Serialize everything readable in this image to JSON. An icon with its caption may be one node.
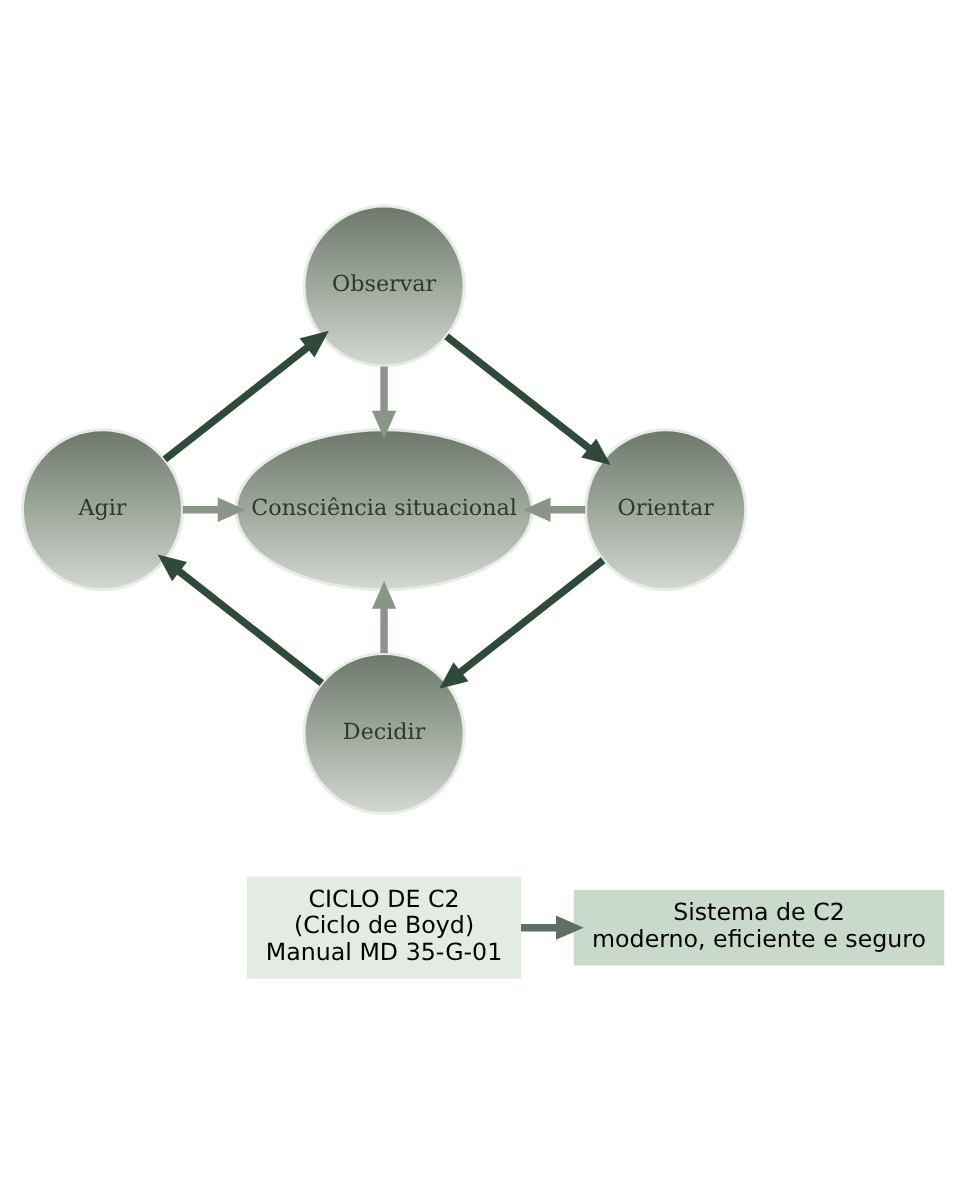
{
  "diagram": {
    "nodes": [
      {
        "text": [
          "Observar"
        ]
      },
      {
        "text": [
          "Agir"
        ]
      },
      {
        "text": [
          "Consciência situacional"
        ]
      },
      {
        "text": [
          "Orientar"
        ]
      },
      {
        "text": [
          "Decidir"
        ]
      },
      {
        "text": [
          "CICLO DE C2",
          "(Ciclo de Boyd)",
          "Manual MD 35-G-01"
        ]
      },
      {
        "text": [
          "Sistema de C2",
          "moderno, eficiente e seguro"
        ]
      }
    ],
    "edges": [
      {
        "from": 0,
        "to": 3,
        "arrow": "to"
      },
      {
        "from": 3,
        "to": 4,
        "arrow": "to"
      },
      {
        "from": 4,
        "to": 1,
        "arrow": "to"
      },
      {
        "from": 1,
        "to": 0,
        "arrow": "to"
      },
      {
        "from": 0,
        "to": 2,
        "arrow": "to",
        "color": "#8a9488"
      },
      {
        "from": 1,
        "to": 2,
        "arrow": "to",
        "color": "#8a9488"
      },
      {
        "from": 3,
        "to": 2,
        "arrow": "to",
        "color": "#8a9488"
      },
      {
        "from": 4,
        "to": 2,
        "arrow": "to",
        "color": "#8a9488"
      },
      {
        "from": 5,
        "to": 6,
        "arrow": "to",
        "color": "#5f6f62"
      }
    ]
  }
}
